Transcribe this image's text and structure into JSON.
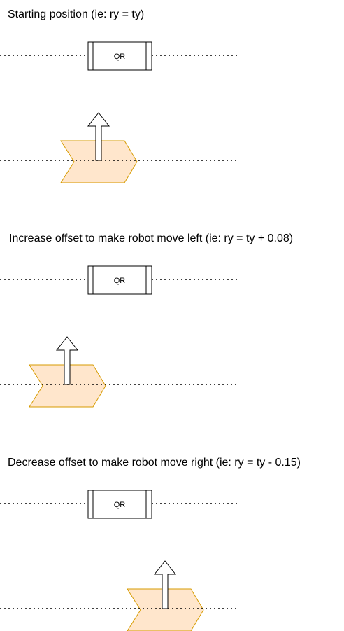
{
  "colors": {
    "line": "#000000",
    "robot_fill": "#ffe6cc",
    "robot_stroke": "#d79b00",
    "arrow_fill": "#ffffff",
    "qr_fill": "#ffffff"
  },
  "panels": [
    {
      "caption": "Starting position (ie: ry = ty)",
      "qr_label": "QR",
      "robot_shift": "center",
      "icon": "up-arrow-icon"
    },
    {
      "caption": "Increase offset to make robot move left (ie: ry = ty + 0.08)",
      "qr_label": "QR",
      "robot_shift": "left",
      "icon": "up-arrow-icon"
    },
    {
      "caption": "Decrease offset to make robot move right (ie: ry = ty - 0.15)",
      "qr_label": "QR",
      "robot_shift": "right",
      "icon": "up-arrow-icon"
    }
  ]
}
